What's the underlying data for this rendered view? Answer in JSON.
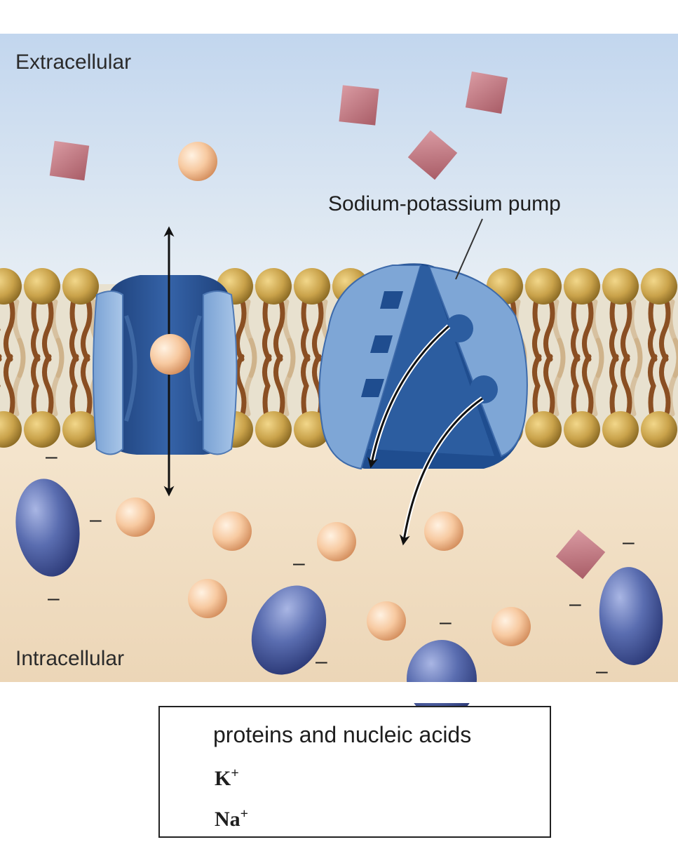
{
  "labels": {
    "extracellular": "Extracellular",
    "intracellular": "Intracellular",
    "pump": "Sodium-potassium pump"
  },
  "charge_symbol": "–",
  "legend": {
    "proteins": "proteins and nucleic acids",
    "potassium_base": "K",
    "potassium_charge": "+",
    "sodium_base": "Na",
    "sodium_charge": "+"
  },
  "colors": {
    "extracellular_fluid": "#b9cfe8",
    "intracellular_fluid": "#f0ddc2",
    "lipid_head": "#c9a24a",
    "lipid_tail": "#8a4f23",
    "channel_dark": "#234c8a",
    "channel_light": "#8fb3dc",
    "potassium_ion": "#f7c9a0",
    "sodium_ion": "#c77d86",
    "protein": "#5a6db0"
  }
}
